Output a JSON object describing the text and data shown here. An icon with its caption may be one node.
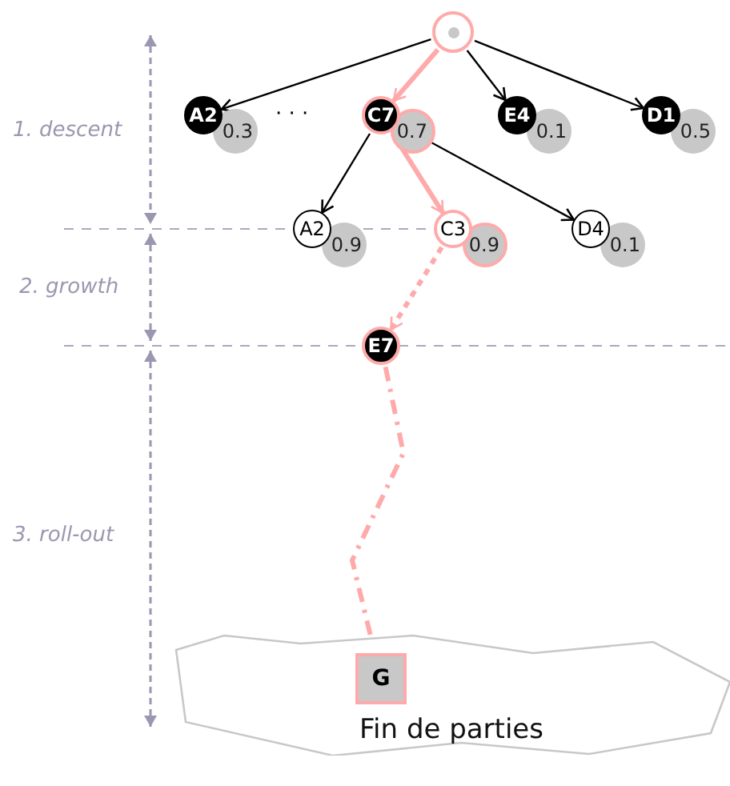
{
  "diagram": {
    "nodes": [
      {
        "text": [],
        "shape": "circle"
      },
      {
        "text": [
          "A2"
        ],
        "beside": [
          "0.3"
        ]
      },
      {
        "text": [
          "C7"
        ],
        "beside": [
          "0.7"
        ]
      },
      {
        "text": [
          "E4"
        ],
        "beside": [
          "0.1"
        ]
      },
      {
        "text": [
          "D1"
        ],
        "beside": [
          "0.5"
        ]
      },
      {
        "text": [
          "A2"
        ],
        "beside": [
          "0.9"
        ]
      },
      {
        "text": [
          "C3"
        ],
        "beside": [
          "0.9"
        ]
      },
      {
        "text": [
          "D4"
        ],
        "beside": [
          "0.1"
        ]
      },
      {
        "text": [
          "E7"
        ]
      },
      {
        "text": [
          "Fin de parties"
        ]
      },
      {
        "text": [
          "G"
        ],
        "in": 9
      }
    ],
    "edges": [
      {
        "from": 0,
        "to": 1,
        "arrow": "to"
      },
      {
        "from": 0,
        "to": 2,
        "arrow": "to",
        "style": "thick",
        "color": "#ffaaaa"
      },
      {
        "from": 0,
        "to": 3,
        "arrow": "to"
      },
      {
        "from": 0,
        "to": 4,
        "arrow": "to"
      },
      {
        "from": 2,
        "to": 5,
        "arrow": "to"
      },
      {
        "from": 2,
        "to": 6,
        "arrow": "to",
        "style": "thick",
        "color": "#ffaaaa"
      },
      {
        "from": 2,
        "to": 7,
        "arrow": "to"
      },
      {
        "from": 6,
        "to": 8,
        "arrow": "to",
        "style": "dashed",
        "color": "#ffaaaa"
      },
      {
        "from": 8,
        "to": 10,
        "arrow": "none",
        "style": "dashed",
        "color": "#ffaaaa"
      }
    ],
    "labels": [
      "1. descent",
      "· · ·",
      "2. growth",
      "3. roll-out"
    ]
  }
}
